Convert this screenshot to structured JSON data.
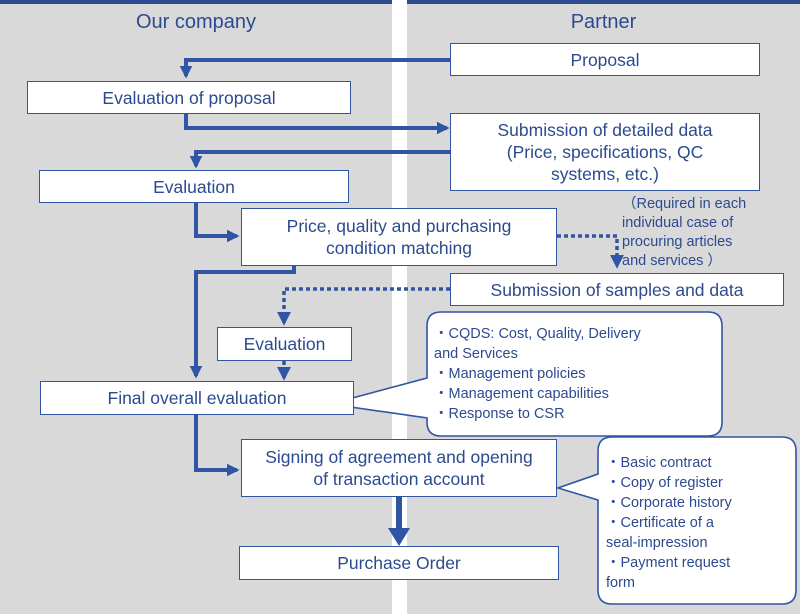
{
  "columns": {
    "left": "Our company",
    "right": "Partner"
  },
  "boxes": {
    "proposal": "Proposal",
    "evaluation_of_proposal": "Evaluation of proposal",
    "submission_detailed": "Submission of detailed data\n(Price, specifications, QC\nsystems, etc.)",
    "evaluation_1": "Evaluation",
    "matching": "Price, quality and purchasing\ncondition matching",
    "submission_samples": "Submission of samples and data",
    "evaluation_2": "Evaluation",
    "final_evaluation": "Final overall evaluation",
    "signing": "Signing of agreement and opening\nof transaction account",
    "purchase_order": "Purchase Order"
  },
  "notes": {
    "required": "（Required in each\nindividual case of\nprocuring articles\nand services ）"
  },
  "callouts": {
    "evaluation_criteria": "・CQDS: Cost, Quality, Delivery\nand Services\n・Management policies\n・Management capabilities\n・Response to CSR",
    "documents": "・Basic contract\n・Copy of register\n・Corporate history\n・Certificate of a\nseal-impression\n・Payment request\nform"
  },
  "colors": {
    "primary": "#2f55a4",
    "background_column": "#d9d9d9"
  }
}
